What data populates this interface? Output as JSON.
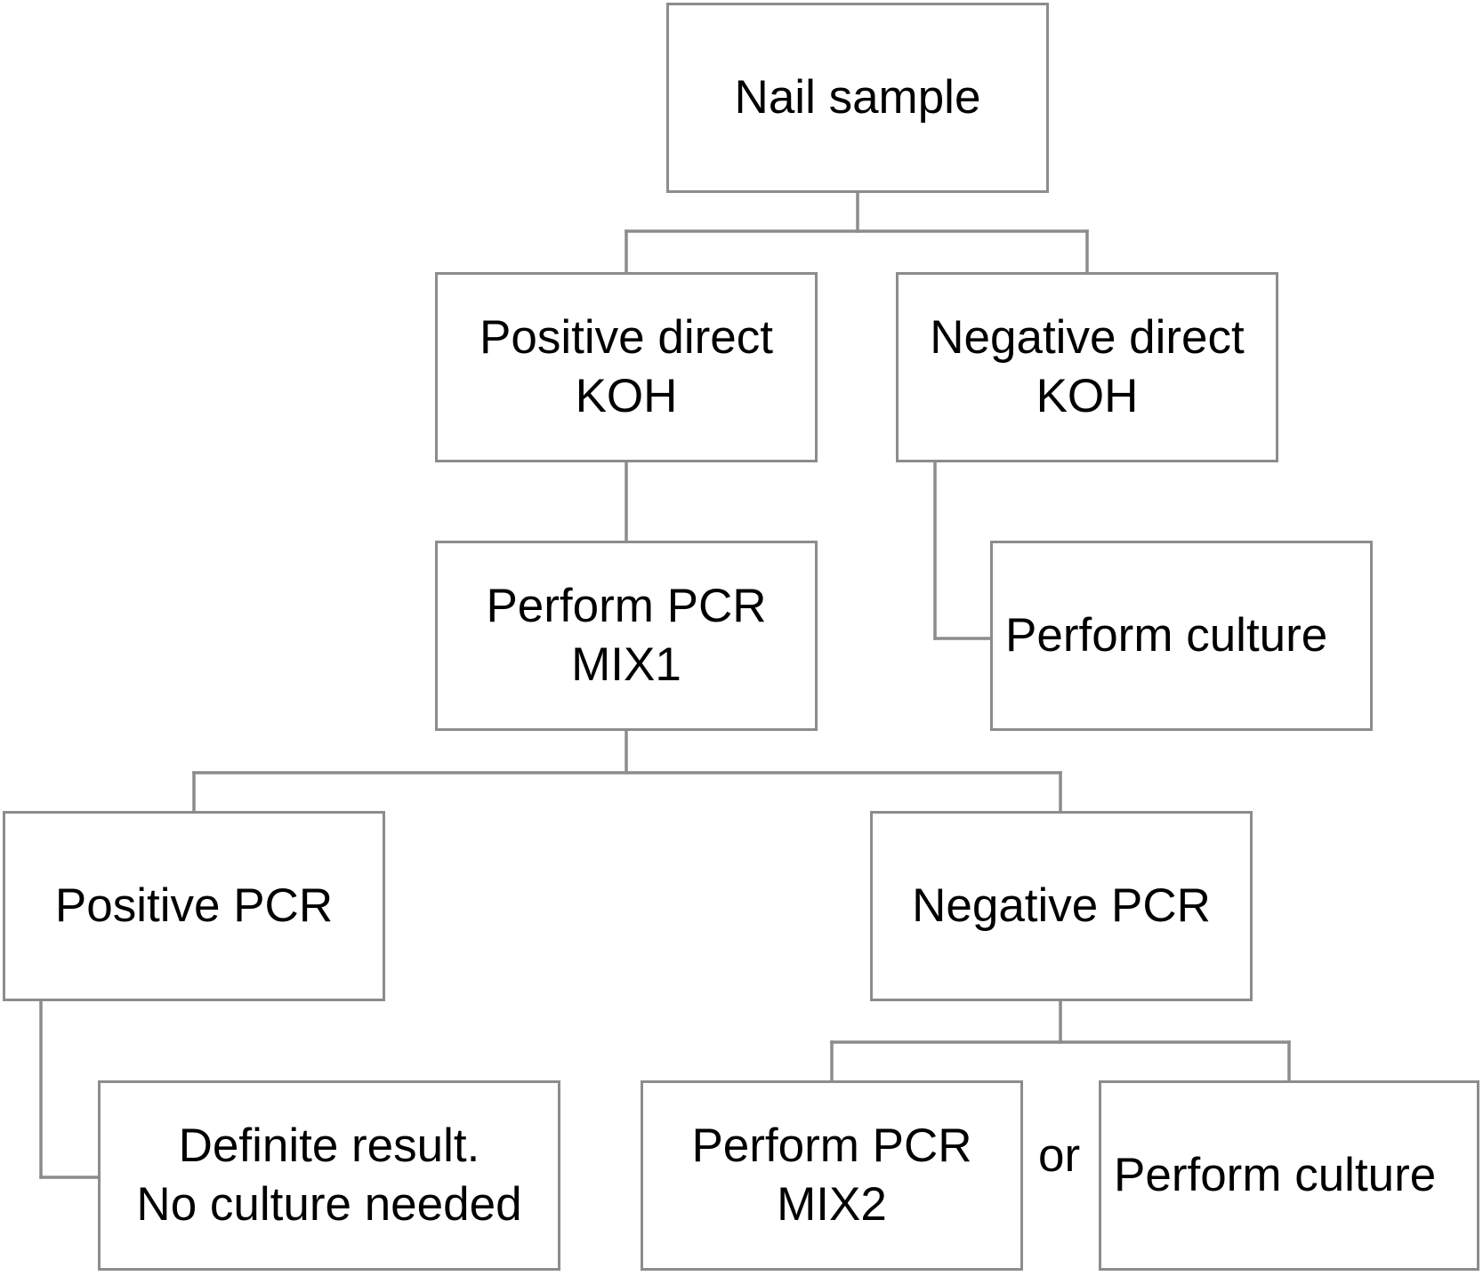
{
  "diagram": {
    "nodes": {
      "nail_sample": "Nail sample",
      "positive_koh": "Positive direct\nKOH",
      "negative_koh": "Negative direct\nKOH",
      "perform_pcr_mix1": "Perform PCR\nMIX1",
      "perform_culture_koh": "Perform culture",
      "positive_pcr": "Positive PCR",
      "negative_pcr": "Negative PCR",
      "definite_result": "Definite result.\nNo culture needed",
      "perform_pcr_mix2": "Perform PCR\nMIX2",
      "perform_culture_pcr": "Perform culture"
    },
    "or_label": "or",
    "edges": [
      [
        "nail_sample",
        "positive_koh"
      ],
      [
        "nail_sample",
        "negative_koh"
      ],
      [
        "positive_koh",
        "perform_pcr_mix1"
      ],
      [
        "negative_koh",
        "perform_culture_koh"
      ],
      [
        "perform_pcr_mix1",
        "positive_pcr"
      ],
      [
        "perform_pcr_mix1",
        "negative_pcr"
      ],
      [
        "positive_pcr",
        "definite_result"
      ],
      [
        "negative_pcr",
        "perform_pcr_mix2"
      ],
      [
        "negative_pcr",
        "perform_culture_pcr"
      ]
    ]
  }
}
